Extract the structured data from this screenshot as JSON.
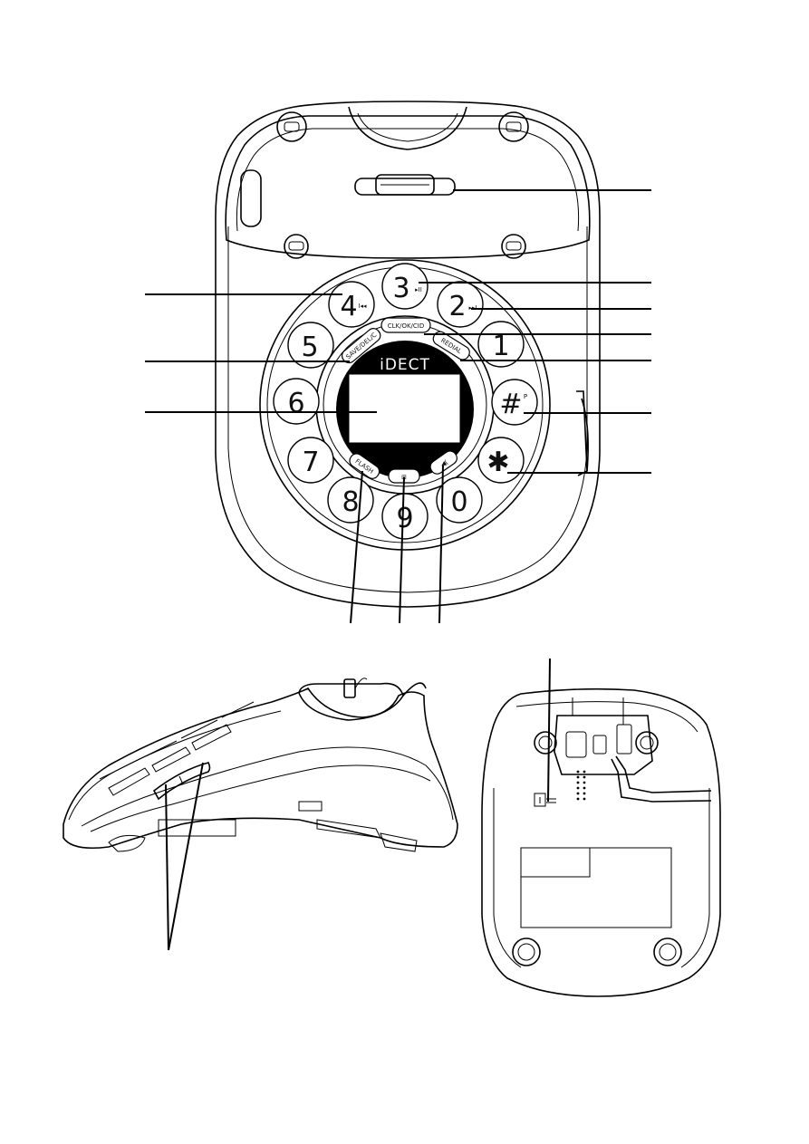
{
  "brand_label": "iDECT",
  "keypad": {
    "keys": [
      {
        "label": "3",
        "sub": "▸II"
      },
      {
        "label": "2",
        "sub": "▸▸I"
      },
      {
        "label": "1",
        "sub": ""
      },
      {
        "label": "4",
        "sub": "I◂◂"
      },
      {
        "label": "5",
        "sub": ""
      },
      {
        "label": "6",
        "sub": ""
      },
      {
        "label": "7",
        "sub": ""
      },
      {
        "label": "8",
        "sub": ""
      },
      {
        "label": "9",
        "sub": ""
      },
      {
        "label": "0",
        "sub": ""
      },
      {
        "label": "#",
        "sub": "P"
      },
      {
        "label": "✱",
        "sub": ""
      }
    ],
    "function_buttons": [
      {
        "name": "clk-ok-cid-button",
        "label": "CLK/OK/CID"
      },
      {
        "name": "redial-button",
        "label": "REDIAL"
      },
      {
        "name": "save-del-c-button",
        "label": "SAVE/DEL/C"
      },
      {
        "name": "flash-button",
        "label": "FLASH"
      },
      {
        "name": "phonebook-button",
        "label": "⊞"
      },
      {
        "name": "speaker-button",
        "label": "◀("
      }
    ]
  },
  "colors": {
    "line": "#000000",
    "background": "#ffffff",
    "display": "#000000"
  }
}
